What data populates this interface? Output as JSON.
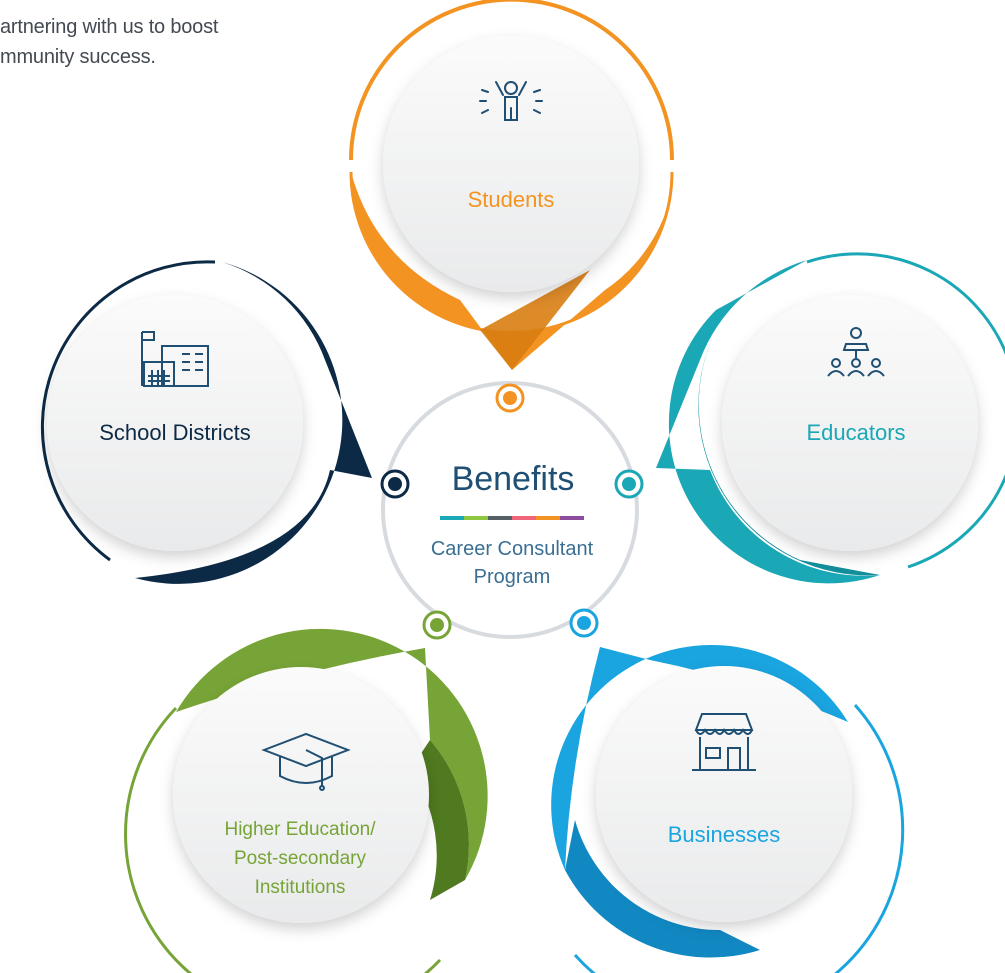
{
  "intro": {
    "line1": "artnering with us to boost",
    "line2": "mmunity success."
  },
  "center": {
    "title": "Benefits",
    "subtitle_line1": "Career Consultant",
    "subtitle_line2": "Program"
  },
  "nodes": {
    "students": {
      "label": "Students",
      "color": "#f39322",
      "icon": "celebrating-person-icon"
    },
    "educators": {
      "label": "Educators",
      "color": "#1aa7b6",
      "icon": "presenter-audience-icon"
    },
    "businesses": {
      "label": "Businesses",
      "color": "#1aa5e0",
      "icon": "storefront-icon"
    },
    "higher_ed": {
      "line1": "Higher Education/",
      "line2": "Post-secondary",
      "line3": "Institutions",
      "color": "#77a437",
      "icon": "graduation-cap-icon"
    },
    "districts": {
      "label": "School Districts",
      "color": "#0c2a46",
      "icon": "school-building-icon"
    }
  },
  "divider_colors": [
    "#1aa7b6",
    "#8dc63f",
    "#555f66",
    "#f0647a",
    "#f39322",
    "#8e4c9e"
  ]
}
